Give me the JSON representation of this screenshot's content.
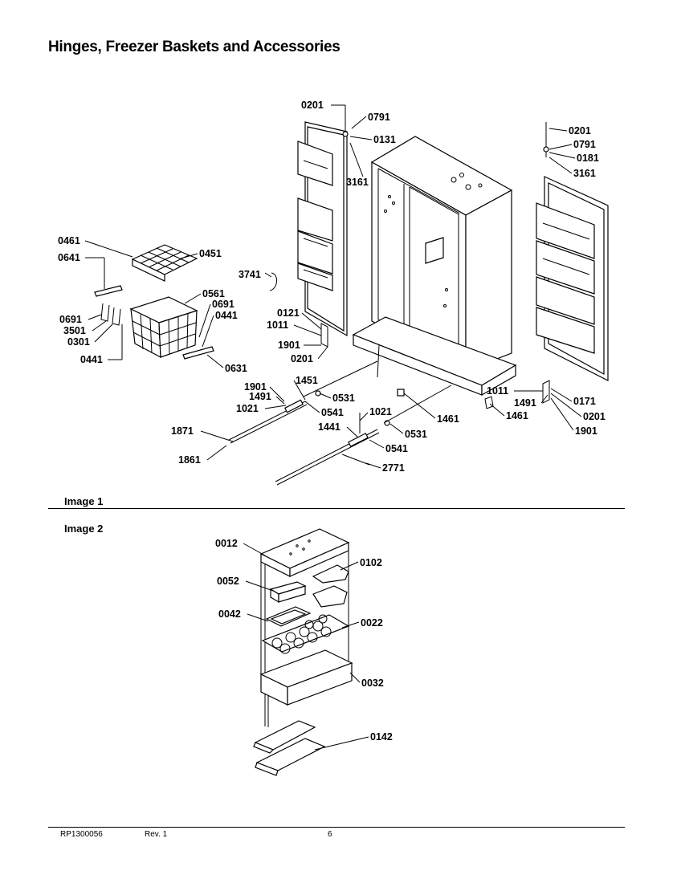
{
  "title": "Hinges, Freezer Baskets and Accessories",
  "images": [
    {
      "label": "Image 1"
    },
    {
      "label": "Image 2"
    }
  ],
  "footer": {
    "doc_number": "RP1300056",
    "revision": "Rev. 1",
    "page": "6"
  },
  "image1_callouts": [
    {
      "id": "c1-0201-top",
      "text": "0201"
    },
    {
      "id": "c1-0791-top",
      "text": "0791"
    },
    {
      "id": "c1-0131",
      "text": "0131"
    },
    {
      "id": "c1-3161-left",
      "text": "3161"
    },
    {
      "id": "c1-0201-right",
      "text": "0201"
    },
    {
      "id": "c1-0791-right",
      "text": "0791"
    },
    {
      "id": "c1-0181",
      "text": "0181"
    },
    {
      "id": "c1-3161-right",
      "text": "3161"
    },
    {
      "id": "c1-0461",
      "text": "0461"
    },
    {
      "id": "c1-0451",
      "text": "0451"
    },
    {
      "id": "c1-0641",
      "text": "0641"
    },
    {
      "id": "c1-3741",
      "text": "3741"
    },
    {
      "id": "c1-0561",
      "text": "0561"
    },
    {
      "id": "c1-0691-right",
      "text": "0691"
    },
    {
      "id": "c1-0441-right",
      "text": "0441"
    },
    {
      "id": "c1-0121",
      "text": "0121"
    },
    {
      "id": "c1-1011-left",
      "text": "1011"
    },
    {
      "id": "c1-1901-left",
      "text": "1901"
    },
    {
      "id": "c1-0201-bottom",
      "text": "0201"
    },
    {
      "id": "c1-0691-left",
      "text": "0691"
    },
    {
      "id": "c1-3501",
      "text": "3501"
    },
    {
      "id": "c1-0301",
      "text": "0301"
    },
    {
      "id": "c1-0441-left",
      "text": "0441"
    },
    {
      "id": "c1-0631",
      "text": "0631"
    },
    {
      "id": "c1-1901-mid",
      "text": "1901"
    },
    {
      "id": "c1-1451",
      "text": "1451"
    },
    {
      "id": "c1-1491-left",
      "text": "1491"
    },
    {
      "id": "c1-0531-top",
      "text": "0531"
    },
    {
      "id": "c1-1021-left",
      "text": "1021"
    },
    {
      "id": "c1-0541-top",
      "text": "0541"
    },
    {
      "id": "c1-1011-right",
      "text": "1011"
    },
    {
      "id": "c1-1491-right",
      "text": "1491"
    },
    {
      "id": "c1-0171",
      "text": "0171"
    },
    {
      "id": "c1-0201-lower",
      "text": "0201"
    },
    {
      "id": "c1-1901-right",
      "text": "1901"
    },
    {
      "id": "c1-1461-mid",
      "text": "1461"
    },
    {
      "id": "c1-1461-right",
      "text": "1461"
    },
    {
      "id": "c1-1021-mid",
      "text": "1021"
    },
    {
      "id": "c1-1441",
      "text": "1441"
    },
    {
      "id": "c1-0531-bottom",
      "text": "0531"
    },
    {
      "id": "c1-0541-bottom",
      "text": "0541"
    },
    {
      "id": "c1-1871",
      "text": "1871"
    },
    {
      "id": "c1-1861",
      "text": "1861"
    },
    {
      "id": "c1-2771",
      "text": "2771"
    }
  ],
  "image2_callouts": [
    {
      "id": "c2-0012",
      "text": "0012"
    },
    {
      "id": "c2-0102",
      "text": "0102"
    },
    {
      "id": "c2-0052",
      "text": "0052"
    },
    {
      "id": "c2-0042",
      "text": "0042"
    },
    {
      "id": "c2-0022",
      "text": "0022"
    },
    {
      "id": "c2-0032",
      "text": "0032"
    },
    {
      "id": "c2-0142",
      "text": "0142"
    }
  ]
}
